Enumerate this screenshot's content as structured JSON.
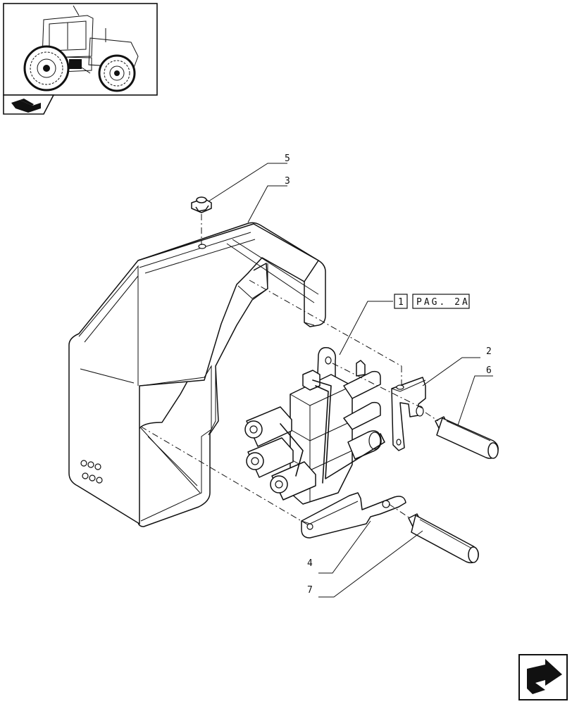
{
  "callouts": [
    {
      "id": "5",
      "label": "5"
    },
    {
      "id": "3",
      "label": "3"
    },
    {
      "id": "2",
      "label": "2"
    },
    {
      "id": "6",
      "label": "6"
    },
    {
      "id": "4",
      "label": "4"
    },
    {
      "id": "7",
      "label": "7"
    }
  ],
  "reference": {
    "index": "1",
    "page": "PAG. 2A"
  },
  "icons": {
    "thumbnail": "tractor-thumbnail-icon",
    "section": "section-folder-icon",
    "navigation": "next-page-arrow-icon"
  }
}
